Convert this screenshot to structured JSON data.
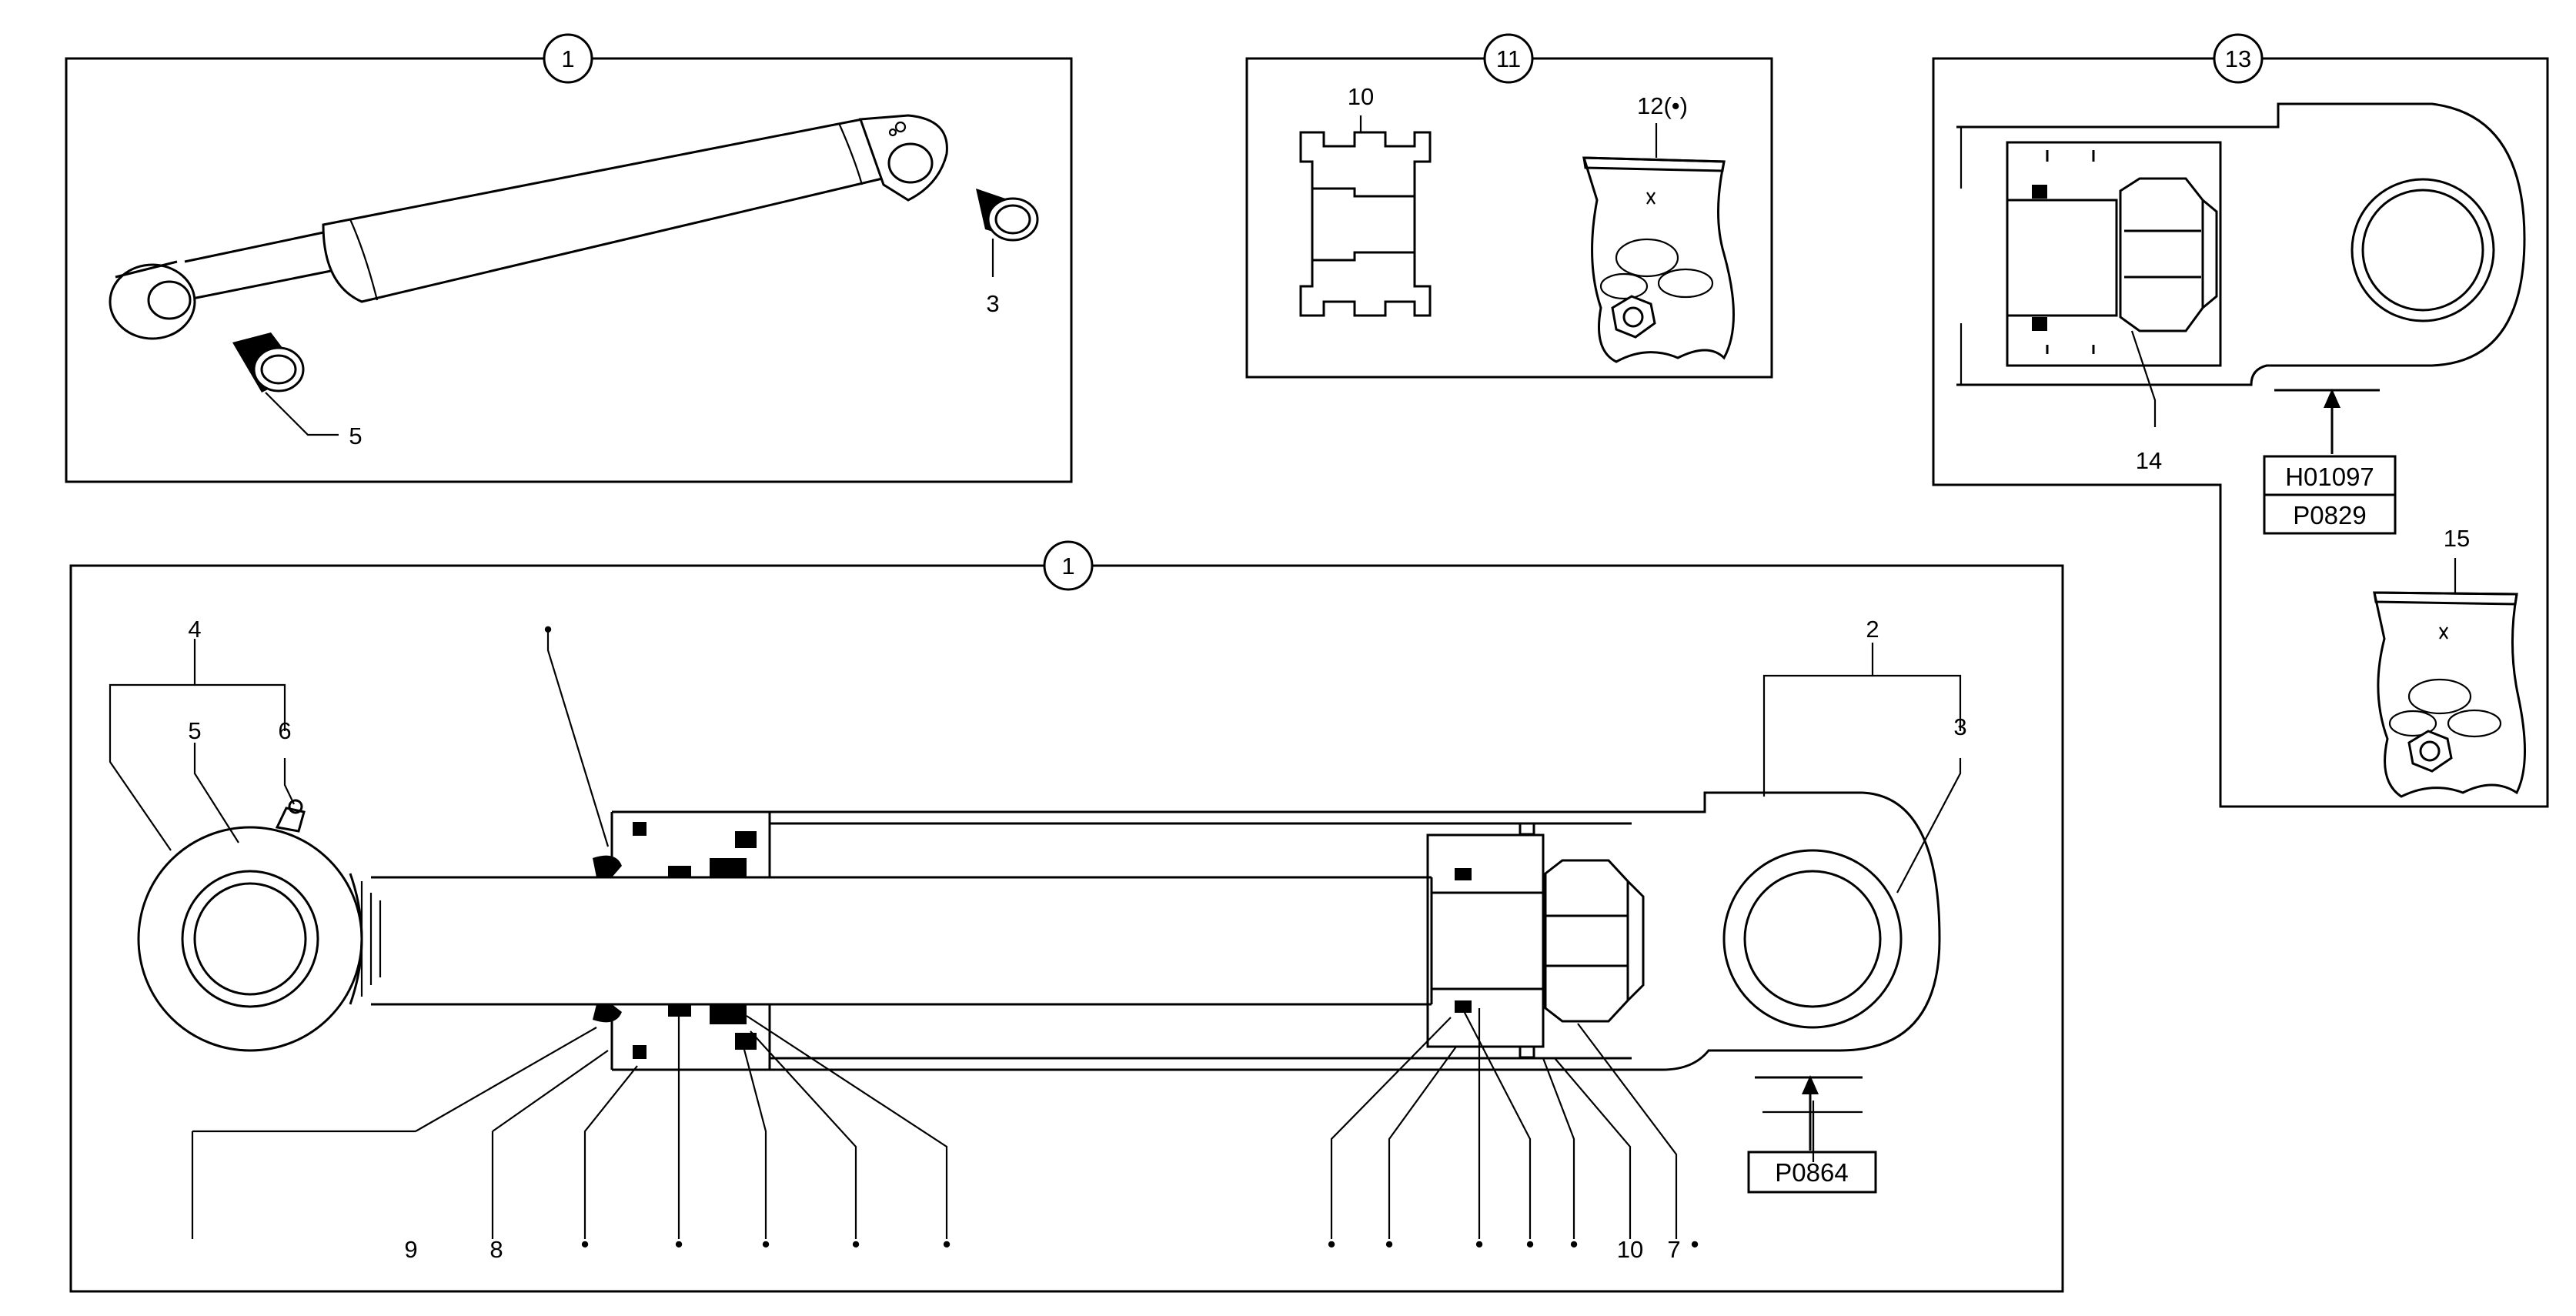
{
  "panels": {
    "cylinder_overview": {
      "callout": "1",
      "labels": {
        "pin_bushing_rear": "3",
        "pin_bushing_front": "5"
      }
    },
    "seal_kit": {
      "callout": "11",
      "labels": {
        "piston": "10",
        "seal_bag": "12(•)"
      }
    },
    "piston_detail": {
      "callout": "13",
      "labels": {
        "nut": "14",
        "seal_bag": "15"
      },
      "ref_codes": [
        "H01097",
        "P0829"
      ]
    },
    "cylinder_section": {
      "callout": "1",
      "labels": {
        "rod_eye_group": "4",
        "rod_eye_bushing": "5",
        "grease_nipple": "6",
        "cylinder_tube": "2",
        "tube_eye_bushing": "3",
        "wiper": "9",
        "gland": "8",
        "piston": "10",
        "nut": "7",
        "kit_marker": "•"
      },
      "ref_code": "P0864"
    }
  }
}
